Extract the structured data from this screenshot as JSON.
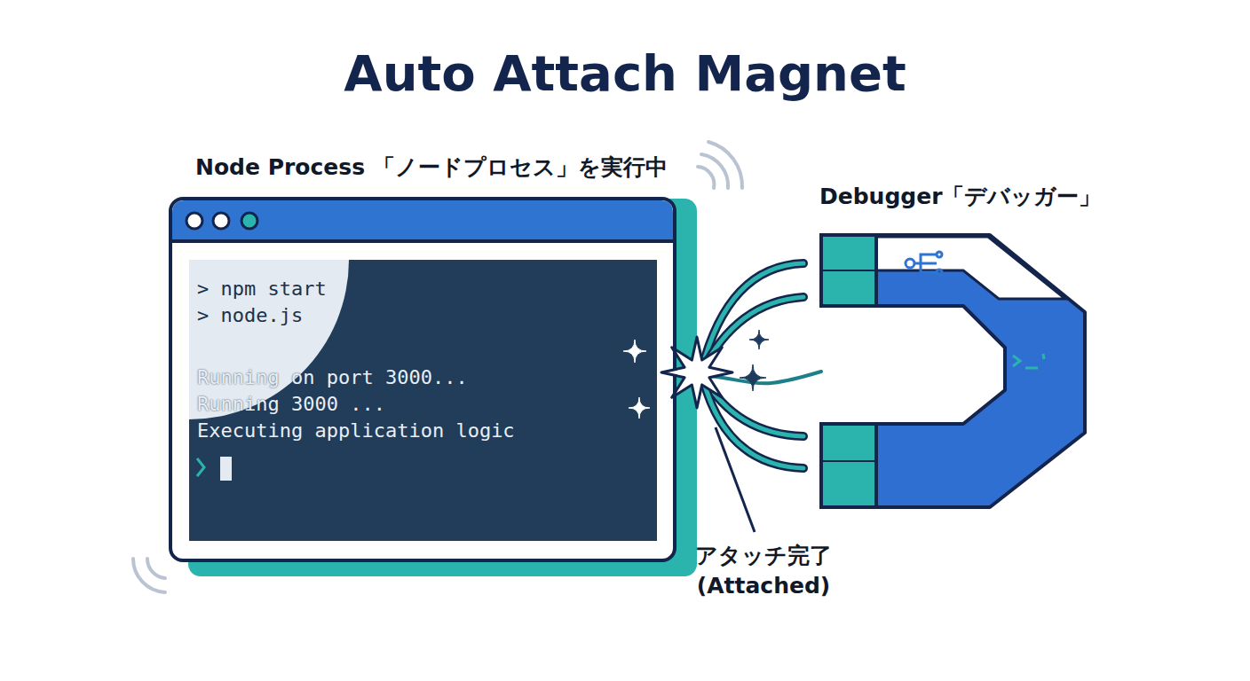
{
  "diagram": {
    "title": "Auto Attach Magnet",
    "nodes": [
      {
        "text": [
          "Node Process 「ノードプロセス」を実行中",
          "> npm start",
          "> node.js",
          "Running on port 3000...",
          "Running 3000 ...",
          "Executing application logic"
        ]
      },
      {
        "text": [
          "Debugger「デバッガー」"
        ]
      }
    ],
    "edges": [
      {
        "from": 1,
        "to": 0,
        "arrow": "none",
        "label": "アタッチ完了 (Attached)"
      }
    ]
  }
}
